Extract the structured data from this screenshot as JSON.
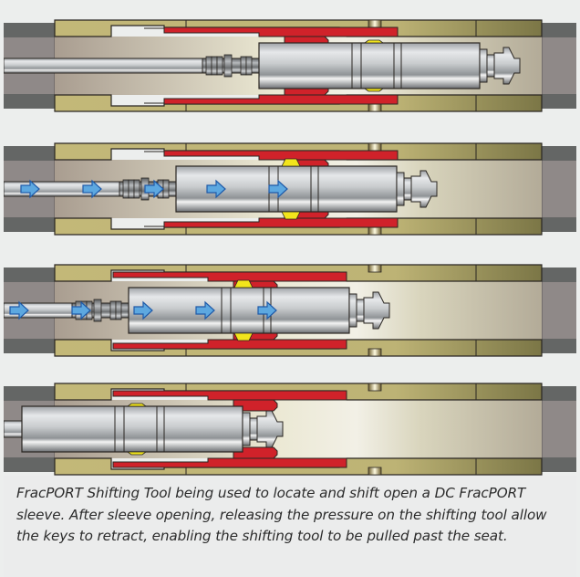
{
  "figure": {
    "title": "FracPORT Shifting Tool sequence",
    "colors": {
      "background": "#eceeed",
      "outer_casing": "#646665",
      "inner_casing": "#8f8988",
      "sub_body": "#c3b878",
      "sub_body_dark": "#7a7544",
      "sleeve": "#d0222a",
      "seal": "#f2e51c",
      "flow_arrow": "#5da8e0",
      "flow_arrow_stroke": "#1f5aa8",
      "bore_light": "#eeeadb",
      "bore_dark": "#b0a691",
      "outline": "#2a2622"
    },
    "stages": [
      {
        "name": "tool-run-in",
        "tool_position": 0.0,
        "keys_engaged": false,
        "sleeve_shifted": false,
        "pressurized": false,
        "flow_arrows": 0
      },
      {
        "name": "keys-locate-sleeve",
        "tool_position": 0.35,
        "keys_engaged": true,
        "sleeve_shifted": false,
        "pressurized": true,
        "flow_arrows": 5
      },
      {
        "name": "sleeve-shifted-open",
        "tool_position": 0.55,
        "keys_engaged": true,
        "sleeve_shifted": true,
        "pressurized": true,
        "flow_arrows": 5
      },
      {
        "name": "keys-retracted-pull-out",
        "tool_position": 1.0,
        "keys_engaged": false,
        "sleeve_shifted": true,
        "pressurized": false,
        "flow_arrows": 0
      }
    ]
  },
  "caption": {
    "text": "FracPORT Shifting Tool being used to locate and shift open a DC FracPORT sleeve. After sleeve opening, releasing the pressure on the shifting tool allow the keys to retract, enabling the shifting tool to be pulled past the seat."
  }
}
